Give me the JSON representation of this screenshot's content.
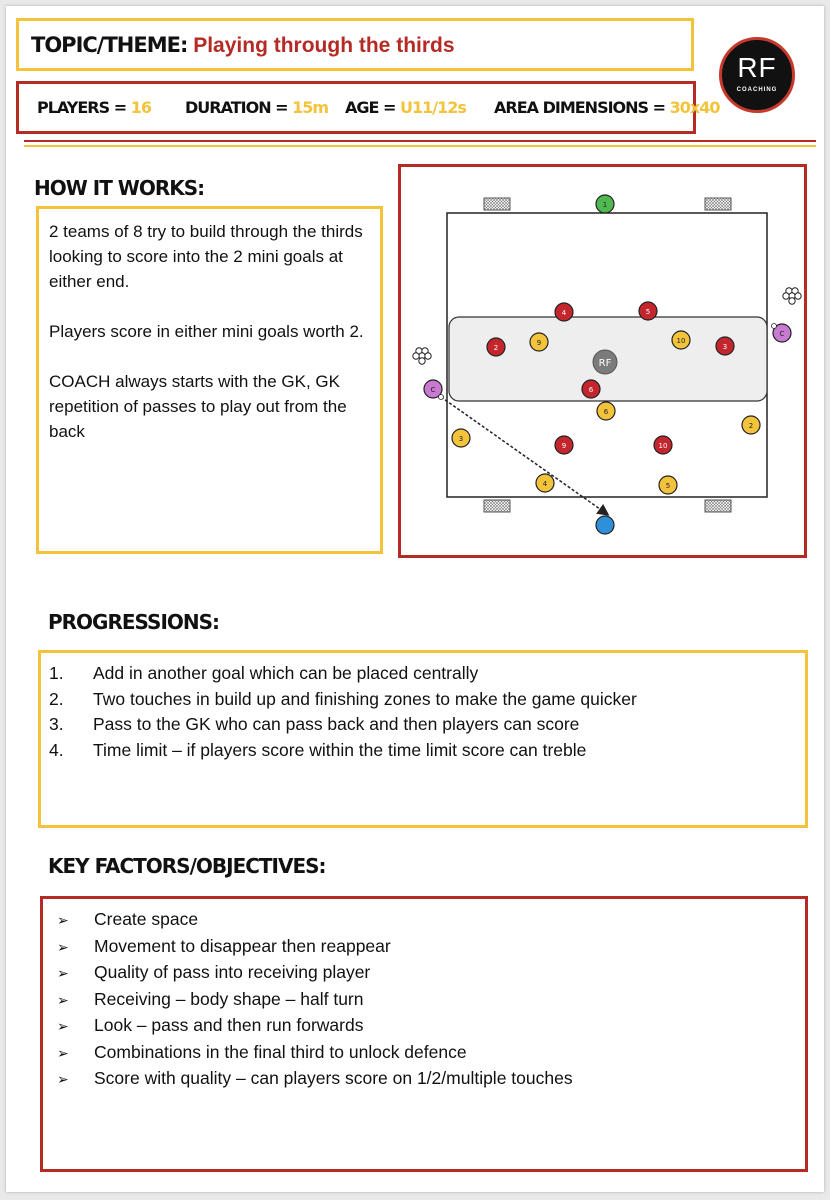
{
  "header": {
    "topic_label": "TOPIC/THEME:",
    "topic_title": "Playing through the thirds",
    "players_label": "PLAYERS =",
    "players_value": "16",
    "duration_label": "DURATION =",
    "duration_value": "15m",
    "age_label": "AGE =",
    "age_value": "U11/12s",
    "area_label": "AREA DIMENSIONS =",
    "area_value": "30x40"
  },
  "logo": {
    "initials": "RF",
    "subtitle": "COACHING"
  },
  "how_it_works": {
    "heading": "HOW IT WORKS:",
    "paragraphs": [
      "2 teams of 8 try to build through the thirds looking to score into the 2 mini goals at either end.",
      "Players score in either mini goals worth 2.",
      "COACH always starts with the GK, GK repetition of passes to play out from the back"
    ]
  },
  "diagram": {
    "center_logo": "RF",
    "red_players": [
      "2",
      "4",
      "5",
      "3",
      "6",
      "9",
      "10"
    ],
    "yellow_players": [
      "9",
      "10",
      "6",
      "2",
      "3",
      "4",
      "5"
    ],
    "goalkeepers": [
      "1",
      ""
    ],
    "coaches": [
      "C",
      "C"
    ],
    "colors": {
      "red": "#c3272d",
      "yellow": "#f3c43b",
      "green": "#4fb84f",
      "blue": "#2f8fd8",
      "coach": "#c77ad0",
      "zone": "#eeeeee"
    }
  },
  "progressions": {
    "heading": "PROGRESSIONS:",
    "items": [
      {
        "num": "1.",
        "text": "Add in another goal which can be placed centrally"
      },
      {
        "num": "2.",
        "text": "Two touches in build up and finishing zones to make the game quicker"
      },
      {
        "num": "3.",
        "text": "Pass to the GK who can pass back and then players can score"
      },
      {
        "num": "4.",
        "text": "Time limit – if players score within the time limit score can treble"
      }
    ]
  },
  "key_factors": {
    "heading": "KEY FACTORS/OBJECTIVES:",
    "bullet": "➢",
    "items": [
      "Create space",
      "Movement to disappear then reappear",
      "Quality of pass into receiving player",
      "Receiving – body shape – half turn",
      "Look – pass and then run forwards",
      "Combinations in the final third to unlock defence",
      "Score with quality – can players score on 1/2/multiple touches"
    ]
  }
}
